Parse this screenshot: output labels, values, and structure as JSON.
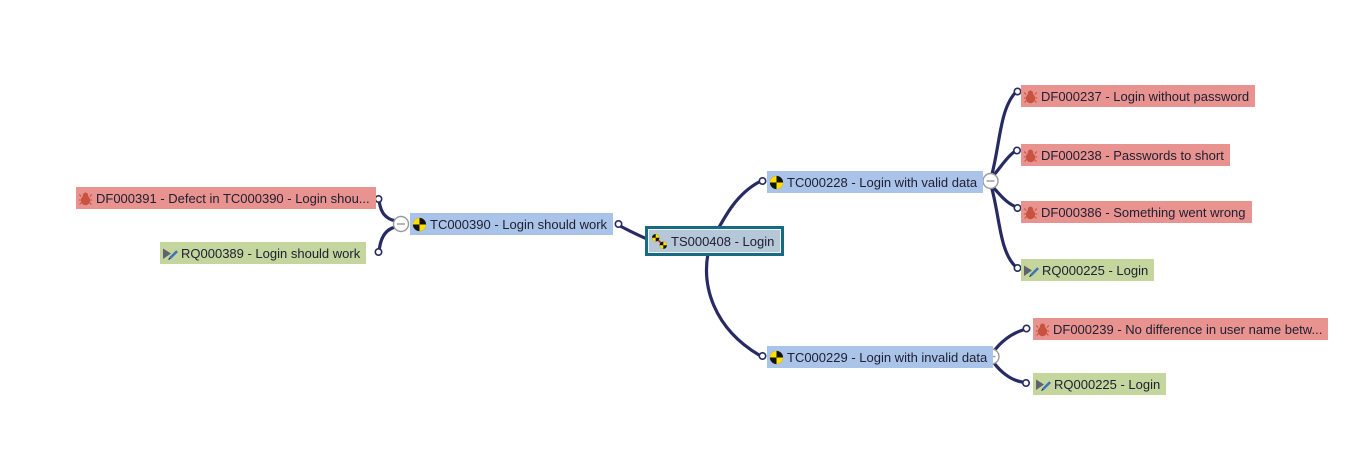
{
  "diagram": {
    "type": "mindmap-traceability",
    "selected_node": "TS000408 - Login",
    "nodes": {
      "df391": {
        "label": "DF000391 - Defect in TC000390 - Login shou...",
        "kind": "defect"
      },
      "rq389": {
        "label": "RQ000389 - Login should work",
        "kind": "requirement"
      },
      "tc390": {
        "label": "TC000390 - Login should work",
        "kind": "test-case"
      },
      "ts408": {
        "label": "TS000408 - Login",
        "kind": "test-suite",
        "selected": true
      },
      "tc228": {
        "label": "TC000228 - Login with valid data",
        "kind": "test-case"
      },
      "df237": {
        "label": "DF000237 - Login without password",
        "kind": "defect"
      },
      "df238": {
        "label": "DF000238 - Passwords to short",
        "kind": "defect"
      },
      "df386": {
        "label": "DF000386 - Something went wrong",
        "kind": "defect"
      },
      "rq225a": {
        "label": "RQ000225 - Login",
        "kind": "requirement"
      },
      "tc229": {
        "label": "TC000229 - Login with invalid data",
        "kind": "test-case"
      },
      "df239": {
        "label": "DF000239 - No difference in user name betw...",
        "kind": "defect"
      },
      "rq225b": {
        "label": "RQ000225 - Login",
        "kind": "requirement"
      }
    },
    "icons": {
      "defect": "bug-icon",
      "requirement": "requirement-pencil-icon",
      "test-case": "checkered-ball-icon",
      "test-suite": "linked-checkered-balls-icon",
      "collapse": "minus-icon"
    },
    "collapse_buttons": [
      {
        "attached_to": "tc390",
        "side": "left",
        "state": "expanded",
        "symbol": "−"
      },
      {
        "attached_to": "tc228",
        "side": "right",
        "state": "expanded",
        "symbol": "−"
      },
      {
        "attached_to": "tc229",
        "side": "right",
        "state": "expanded",
        "symbol": "−"
      }
    ],
    "colors": {
      "defect_bg": "#e8938f",
      "requirement_bg": "#c4d69d",
      "testcase_bg": "#aac3e9",
      "selected_bg": "#b6c7d7",
      "selected_border": "#176a83",
      "connector_line": "#272a63",
      "bug_icon": "#c8533f",
      "pencil_icon": "#3f74ba",
      "checker_yellow": "#ffdf00",
      "canvas_bg": "#ffffff"
    }
  }
}
